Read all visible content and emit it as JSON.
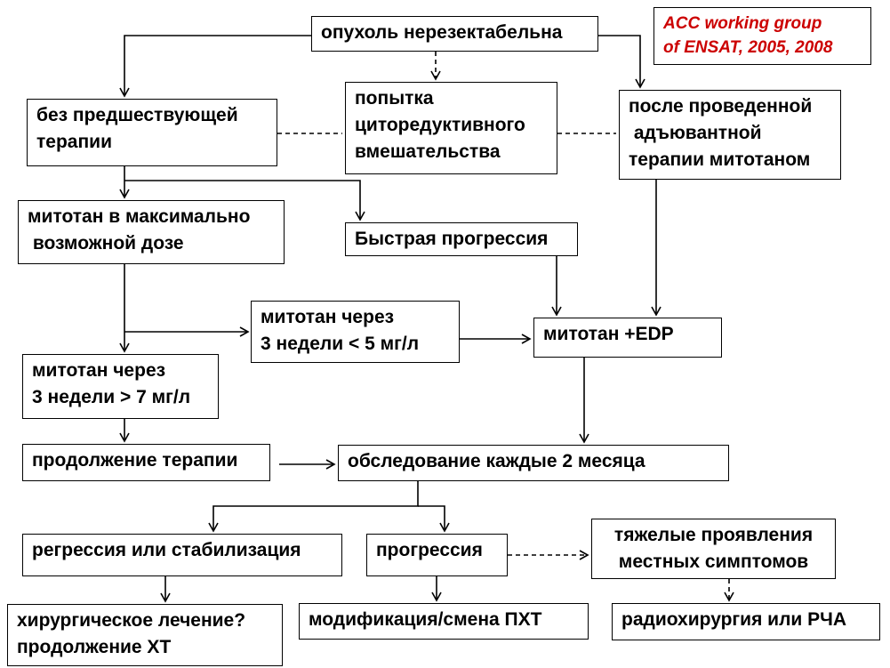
{
  "reference": {
    "line1": "ACC working group",
    "line2": "of ENSAT, 2005, 2008"
  },
  "nodes": {
    "unresectable": "опухоль нерезектабельна",
    "no_prior_therapy": "без предшествующей\nтерапии",
    "cytoreductive_attempt": "попытка\nциторедуктивного\nвмешательства",
    "after_adjuvant": "после проведенной\n адъювантной\nтерапии митотаном",
    "mitotane_max_dose": "митотан в максимально\n возможной дозе",
    "rapid_progression": "Быстрая прогрессия",
    "mitotane_low_level": "митотан через\n3 недели < 5 мг/л",
    "mitotane_edp": "митотан +EDP",
    "mitotane_high_level": "митотан через\n3 недели > 7 мг/л",
    "continue_therapy": "продолжение терапии",
    "exam_every_2_months": "обследование каждые 2 месяца",
    "regression_stabilization": "регрессия или стабилизация",
    "progression": "прогрессия",
    "severe_local_symptoms": "тяжелые проявления\nместных симптомов",
    "surgery_continue_ct": "хирургическое лечение?\nпродолжение ХТ",
    "modify_change_pct": "модификация/смена ПХТ",
    "radiosurgery_rfa": "радиохирургия или РЧА"
  }
}
